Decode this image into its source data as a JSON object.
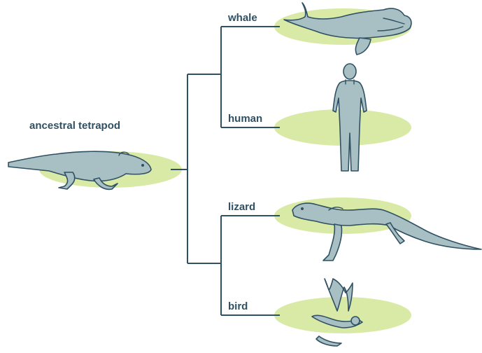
{
  "labels": {
    "ancestor": "ancestral tetrapod",
    "whale": "whale",
    "human": "human",
    "lizard": "lizard",
    "bird": "bird"
  },
  "icons": {
    "ancestor": "ancestral-tetrapod-icon",
    "whale": "whale-icon",
    "human": "human-icon",
    "lizard": "lizard-icon",
    "bird": "bird-icon"
  },
  "colors": {
    "line": "#2f5163",
    "animal_fill": "#a8bfc3",
    "ellipse": "#d9eaa6",
    "text": "#2f5163"
  }
}
